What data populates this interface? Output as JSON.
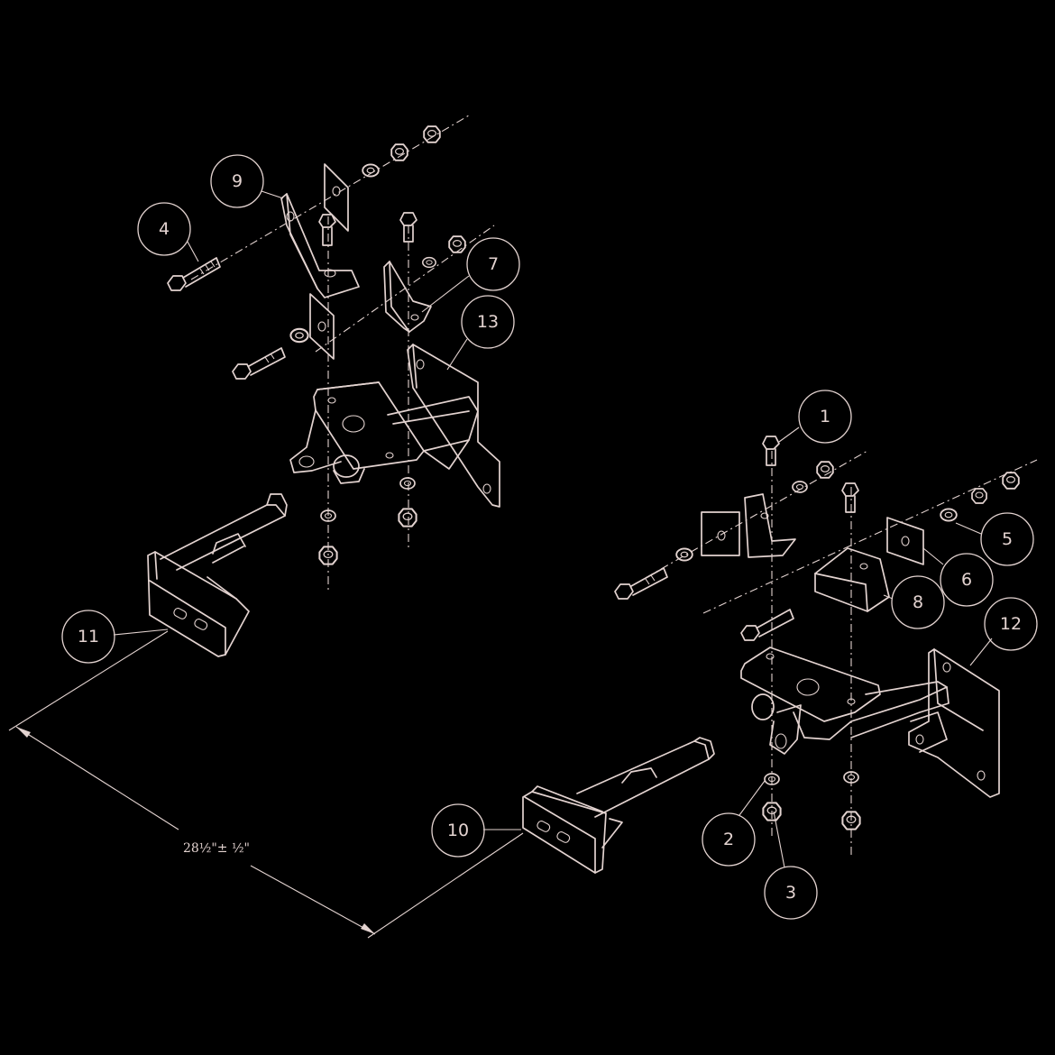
{
  "balloons": [
    {
      "id": "1",
      "label": "1"
    },
    {
      "id": "2",
      "label": "2"
    },
    {
      "id": "3",
      "label": "3"
    },
    {
      "id": "4",
      "label": "4"
    },
    {
      "id": "5",
      "label": "5"
    },
    {
      "id": "6",
      "label": "6"
    },
    {
      "id": "7",
      "label": "7"
    },
    {
      "id": "8",
      "label": "8"
    },
    {
      "id": "9",
      "label": "9"
    },
    {
      "id": "10",
      "label": "10"
    },
    {
      "id": "11",
      "label": "11"
    },
    {
      "id": "12",
      "label": "12"
    },
    {
      "id": "13",
      "label": "13"
    }
  ],
  "dimension": {
    "text": "28½\"± ½\""
  },
  "colors": {
    "background": "#000000",
    "linework": "#e3d3d0"
  }
}
